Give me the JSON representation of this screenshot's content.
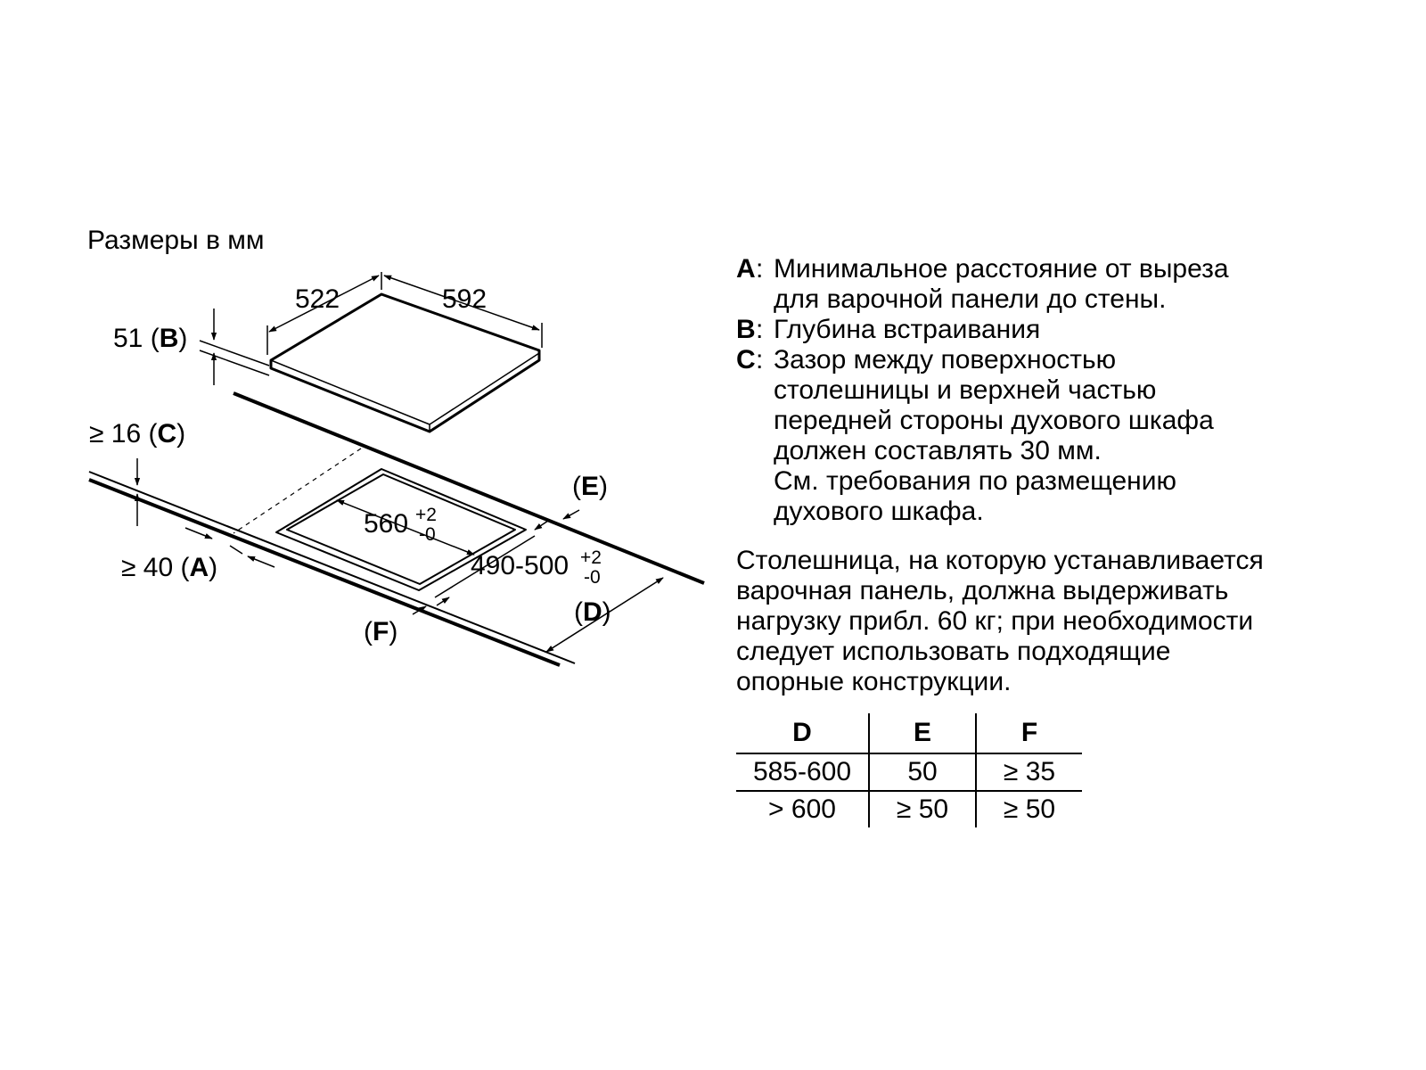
{
  "title": "Размеры в мм",
  "labels": {
    "w522": "522",
    "w592": "592",
    "b_num": "51 (",
    "b_key": "B",
    "b_close": ")",
    "c_num": "≥ 16 (",
    "c_key": "C",
    "c_close": ")",
    "a_num": "≥ 40 (",
    "a_key": "A",
    "a_close": ")",
    "e_open": "(",
    "e_key": "E",
    "e_close": ")",
    "d_open": "(",
    "d_key": "D",
    "d_close": ")",
    "f_open": "(",
    "f_key": "F",
    "f_close": ")",
    "cut_w": "560",
    "cut_w_tol_plus": "+2",
    "cut_w_tol_minus": "-0",
    "cut_d": "490-500",
    "cut_d_tol_plus": "+2",
    "cut_d_tol_minus": "-0"
  },
  "legend": [
    {
      "key": "A",
      "lines": [
        "Минимальное расстояние от выреза",
        "для варочной панели до стены."
      ]
    },
    {
      "key": "B",
      "lines": [
        "Глубина встраивания"
      ]
    },
    {
      "key": "C",
      "lines": [
        "Зазор между поверхностью",
        "столешницы и верхней частью",
        "передней стороны духового шкафа",
        "должен составлять 30 мм.",
        "См. требования по размещению",
        "духового шкафа."
      ]
    }
  ],
  "note": [
    "Столешница, на которую устанавливается",
    "варочная панель, должна выдерживать",
    "нагрузку прибл. 60 кг; при необходимости",
    "следует использовать подходящие",
    "опорные конструкции."
  ],
  "table": {
    "headers": [
      "D",
      "E",
      "F"
    ],
    "rows": [
      [
        "585-600",
        "50",
        "≥ 35"
      ],
      [
        "> 600",
        "≥ 50",
        "≥ 50"
      ]
    ]
  }
}
